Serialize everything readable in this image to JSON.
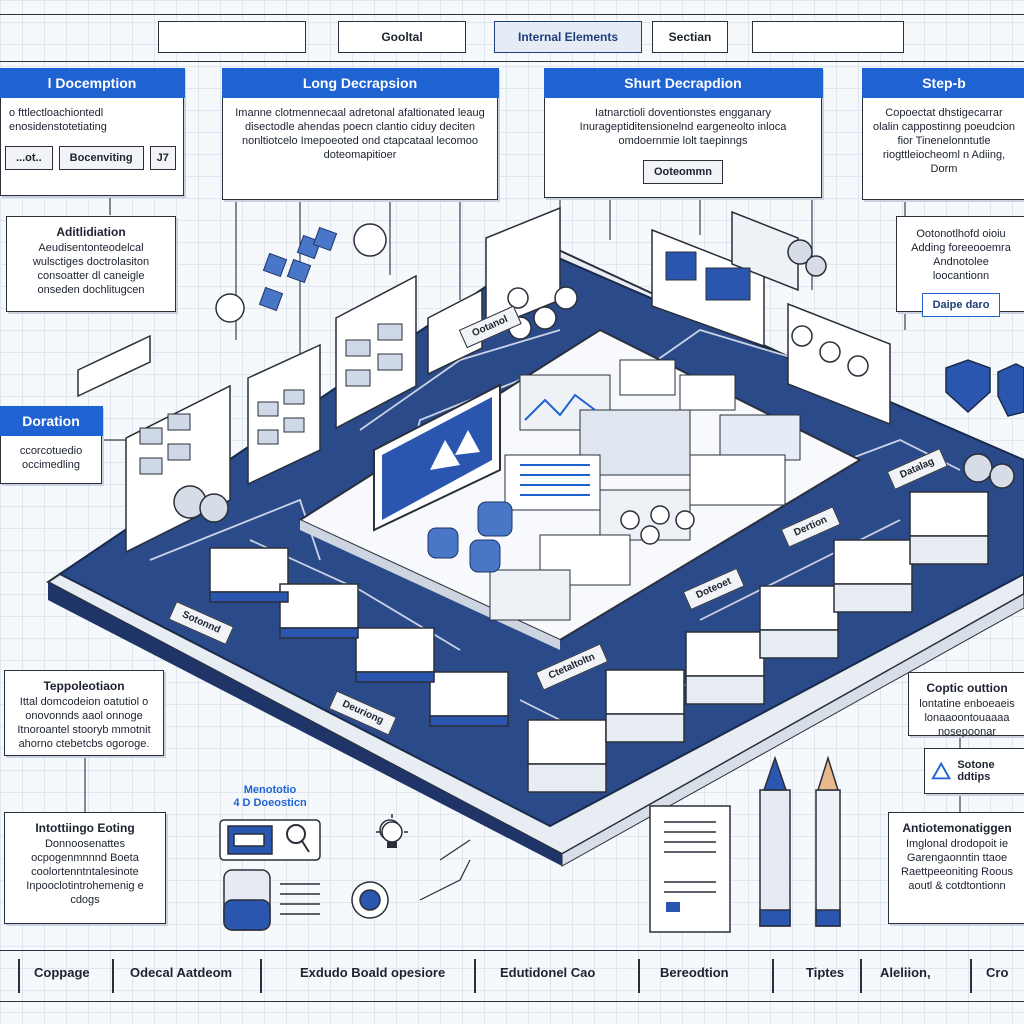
{
  "top_tabs": [
    "",
    "Gooltal",
    "Internal Elements",
    "Sectian",
    ""
  ],
  "panels": {
    "left_top": {
      "title": "l Docemption",
      "body": "o fttlectloachiontedl enosidenstotetiating",
      "field_left": "...ot..",
      "field_button": "Bocenviting",
      "field_icon": "J7"
    },
    "left_addition": {
      "title": "Aditlidiation",
      "body": "Aeudisentonteodelcal wulsctiges doctrolasiton consoatter dl caneigle onseden dochlitugcen"
    },
    "left_duration": {
      "title": "Doration",
      "body": "ccorcotuedio occimedling"
    },
    "long_description": {
      "title": "Long Decrapsion",
      "body": "Imanne clotmennecaal adretonal afaltionated leaug disectodle ahendas poecn clantio ciduy deciten nonltiotcelo Imepoeoted ond ctapcataal lecomoo doteomapitioer"
    },
    "short_description": {
      "title": "Shurt Decrapdion",
      "body": "Iatnarctioli doventionstes engganary Inurageptiditensionelnd eargeneolto inloca omdoernmie lolt taepinngs",
      "button": "Ooteommn"
    },
    "step": {
      "title": "Step-b",
      "body": "Copoectat dhstigecarrar olalin cappostinng poeudcion fior Tinenelonntutle riogttleiocheoml n Adiing, Dorm",
      "button": "Daipe daro",
      "addition_text": "Ootonotlhofd oioiu Adding foreeooemra Andnotolee loocantionn"
    },
    "left_bottom_top": {
      "title": "Teppoleotiaon",
      "body": "Ittal domcodeion oatutiol o onovonnds aaol onnoge Itnoroantel stooryb mmotnit ahorno ctebetcbs ogoroge."
    },
    "left_bottom": {
      "title": "Intottiingo Eoting",
      "body": "Donnoosenattes ocpogenmnnnd Boeta coolortenntntalesinote Inpooclotintrohemenig e cdogs"
    },
    "right_bottom_top": {
      "title": "Coptic outtion",
      "body": "lontatine enboeaeis lonaaoontouaaaa nosepoonar",
      "btn": "Sotone ddtips"
    },
    "right_bottom": {
      "title": "Antiotemonatiggen",
      "body": "Imglonal drodopoit ie Garengaonntin ttaoe Raettpeeoniting Roous aoutl & cotdtontionn"
    }
  },
  "blue_caption": [
    "Menototio",
    "4 D Doeosticn"
  ],
  "board_labels": [
    "Datalag",
    "Dertion",
    "Doteoet",
    "Ctetaltoltn",
    "Sotonnd",
    "Deuriong",
    "Ootanol"
  ],
  "bottom_items": [
    "Coppage",
    "Odecal Aatdeom",
    "Exdudo Boald opesiore",
    "Edutidonel Cao",
    "Bereodtion",
    "Tiptes",
    "Aleliion,",
    "Cro"
  ],
  "colors": {
    "accent": "#1f63d2",
    "board": "#2a4a8a",
    "dark": "#1f3568",
    "outline": "#2a2f3a"
  }
}
